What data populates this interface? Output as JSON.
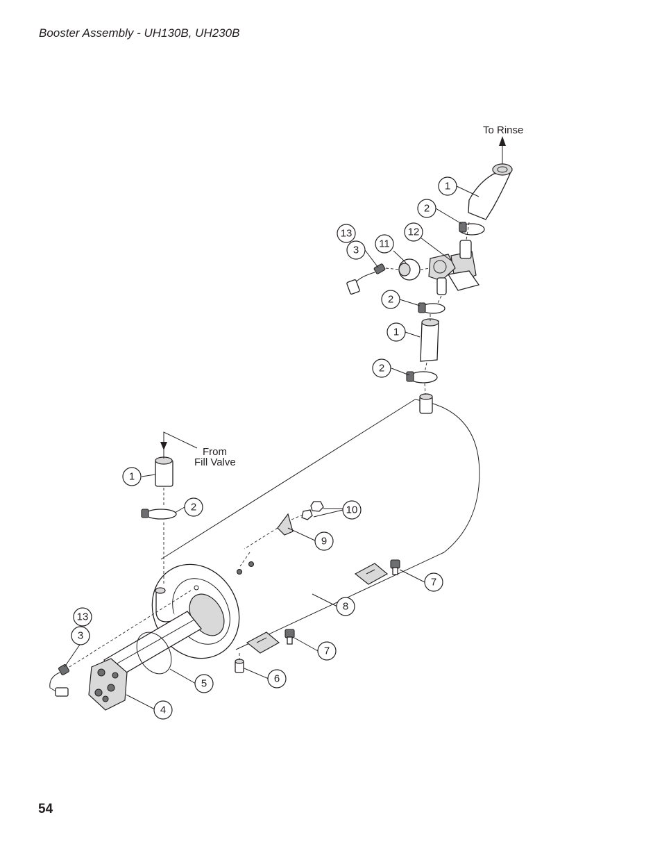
{
  "header": {
    "title": "Booster Assembly - UH130B, UH230B"
  },
  "footer": {
    "page_number": "54"
  },
  "flow_labels": {
    "to_rinse": "To Rinse",
    "from_fill_line1": "From",
    "from_fill_line2": "Fill Valve"
  },
  "callouts": {
    "c1_top": "1",
    "c2_top": "2",
    "c13_top": "13",
    "c3_top": "3",
    "c11": "11",
    "c12": "12",
    "c2_mid": "2",
    "c1_mid": "1",
    "c2_low": "2",
    "c1_left": "1",
    "c2_left": "2",
    "c10": "10",
    "c9": "9",
    "c7_right": "7",
    "c8": "8",
    "c13_bottom": "13",
    "c3_bottom": "3",
    "c7_low": "7",
    "c6": "6",
    "c5": "5",
    "c4": "4"
  },
  "colors": {
    "ink": "#231f20",
    "metal": "#d9d9d9",
    "dark": "#6d6e70"
  }
}
